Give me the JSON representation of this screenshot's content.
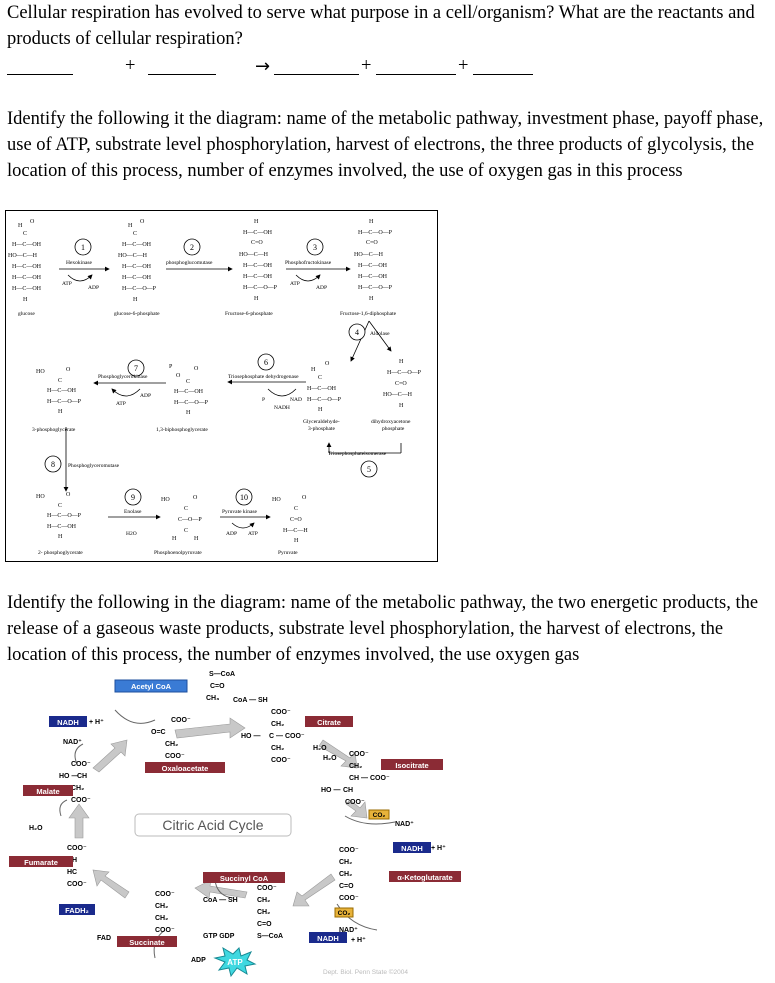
{
  "q1": {
    "text": "Cellular respiration has evolved to serve what purpose in a cell/organism? What are the reactants and products of cellular respiration?",
    "plus": "+",
    "arrow": "→"
  },
  "q2": {
    "text": "Identify the following it the diagram: name of the metabolic pathway, investment phase, payoff phase, use of ATP, substrate level phosphorylation, harvest of electrons, the three products of glycolysis, the location of this process, number of enzymes involved, the use of oxygen gas in this process"
  },
  "glycolysis": {
    "step_numbers": [
      "1",
      "2",
      "3",
      "4",
      "5",
      "6",
      "7",
      "8",
      "9",
      "10"
    ],
    "enzymes": {
      "e1": "Hexokinase",
      "e2": "phosphoglucomutase",
      "e3": "Phosphofructokinase",
      "e4": "Aldolase",
      "e5": "Triosephosphateisomerase",
      "e6": "Triosephosphate dehydrogenase",
      "e7": "Phosphoglycerokinase",
      "e8": "Phosphoglyceromutase",
      "e9": "Enolase",
      "e10": "Pyruvate kinase"
    },
    "molecules": {
      "m1": "glucose",
      "m2": "glucose-6-phosphate",
      "m3": "Fructose-6-phosphate",
      "m4": "Fructose-1,6-diphosphate",
      "m5": "Glyceraldehyde-",
      "m5b": "3-phosphate",
      "m6": "dihydroxyacetone",
      "m6b": "phosphate",
      "m7": "1,3-biphosphoglycerate",
      "m8": "3-phosphoglycerate",
      "m9": "2- phosphoglycerate",
      "m10": "Phosphoenolpyruvate",
      "m11": "Pyruvate"
    },
    "cofactors": {
      "atp": "ATP",
      "adp": "ADP",
      "nad": "NAD",
      "nadh": "NADH",
      "p": "P",
      "h2o": "H2O"
    }
  },
  "q3": {
    "text": "Identify the following in the diagram: name of the metabolic pathway, the two energetic products, the release of a gaseous waste products, substrate level phosphorylation, the harvest of electrons, the location of this process, the number of enzymes involved, the use oxygen gas"
  },
  "krebs": {
    "center_label": "Citric Acid Cycle",
    "boxes": {
      "acetyl_coa": "Acetyl CoA",
      "citrate": "Citrate",
      "isocitrate": "Isocitrate",
      "akg": "α-Ketoglutarate",
      "succinyl_coa": "Succinyl CoA",
      "succinate": "Succinate",
      "fumarate": "Fumarate",
      "malate": "Malate",
      "oxaloacetate": "Oxaloacetate",
      "nadh": "NADH",
      "fadh2": "FADH₂",
      "co2": "CO₂",
      "atp": "ATP"
    },
    "labels": {
      "h_plus": "+ H⁺",
      "nad_plus": "NAD⁺",
      "fad": "FAD",
      "h2o": "H₂O",
      "coa_sh": "CoA — SH",
      "s_coa": "S—CoA",
      "gtp_gdp": "GTP GDP",
      "adp": "ADP",
      "ho": "HO —",
      "coo": "COO⁻",
      "ch2": "CH₂",
      "credit": "Dept. Biol. Penn State ©2004"
    },
    "colors": {
      "maroon": "#8b2b35",
      "navy": "#1a2a8c",
      "blue": "#3a7bd5",
      "co2": "#e7b23a",
      "atp": "#3fd8e0"
    }
  }
}
